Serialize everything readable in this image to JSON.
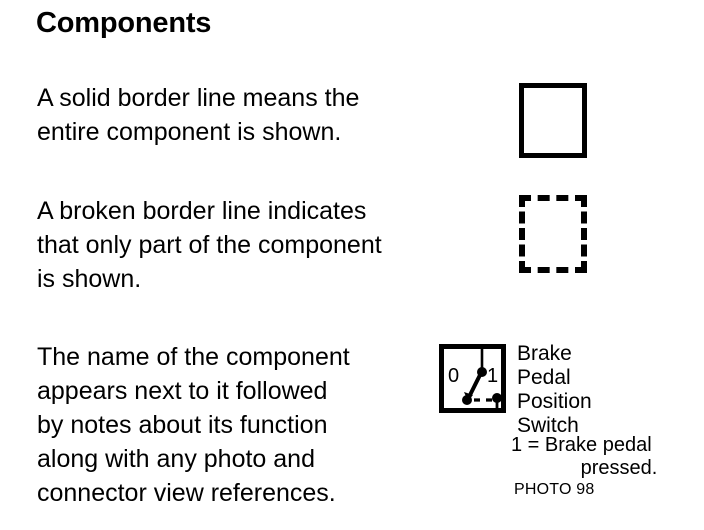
{
  "slide": {
    "title": "Components",
    "paragraphs": [
      {
        "id": "par-1",
        "text": "A solid border line means the\nentire component is shown."
      },
      {
        "id": "par-2",
        "text": "A broken border line indicates\nthat only part of the component\nis shown."
      },
      {
        "id": "par-3",
        "text": "The name of the component\nappears next to it followed\nby notes about its function\nalong with any photo and\nconnector view references."
      }
    ],
    "samples": {
      "solid_box_name": "solid-border-box-example",
      "broken_box_name": "broken-border-box-example"
    },
    "switch_symbol": {
      "label_0": "0",
      "label_1": "1",
      "icon_name": "brake-pedal-position-switch-symbol"
    },
    "component": {
      "name": "Brake\nPedal\nPosition\nSwitch",
      "note_line_1": "1 = Brake pedal",
      "note_line_2": "pressed.",
      "photo_reference": "PHOTO 98"
    },
    "colors": {
      "foreground": "#000000",
      "background": "#ffffff"
    }
  }
}
